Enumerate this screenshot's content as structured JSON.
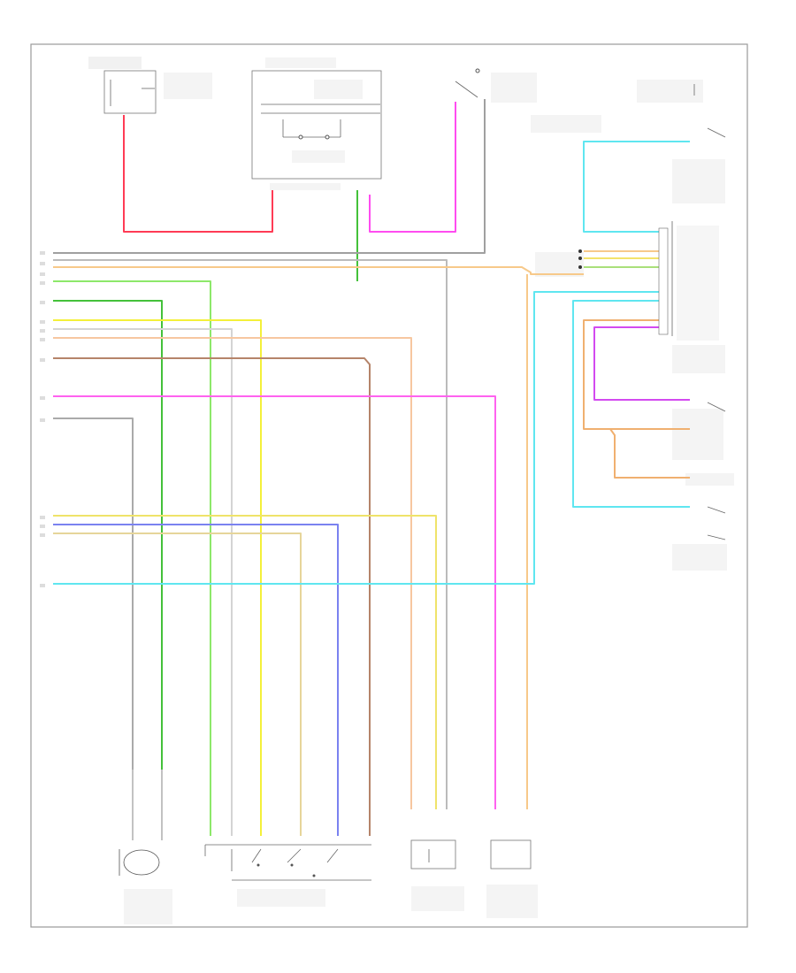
{
  "diagram": {
    "footer_code": "",
    "wires": [
      {
        "id": "tl-red",
        "color": "#ff3b55"
      },
      {
        "id": "center-green",
        "color": "#44c13a"
      },
      {
        "id": "center-magenta",
        "color": "#ff4cf0"
      },
      {
        "id": "tan-bus",
        "color": "#f7c98a"
      },
      {
        "id": "light-green",
        "color": "#8de86a"
      },
      {
        "id": "dk-green",
        "color": "#44c13a"
      },
      {
        "id": "yellow",
        "color": "#f4f03a"
      },
      {
        "id": "light-gray",
        "color": "#d4d4d4"
      },
      {
        "id": "peach",
        "color": "#f7c7a0"
      },
      {
        "id": "brown",
        "color": "#b5846a"
      },
      {
        "id": "pink",
        "color": "#ff62ef"
      },
      {
        "id": "gray",
        "color": "#aaaaaa"
      },
      {
        "id": "yellow-lower",
        "color": "#efe36a"
      },
      {
        "id": "blue",
        "color": "#7a82f0"
      },
      {
        "id": "khaki",
        "color": "#e6d59a"
      },
      {
        "id": "cyan",
        "color": "#5fe6f0"
      },
      {
        "id": "right-cyan",
        "color": "#5fe6f0"
      },
      {
        "id": "right-tan",
        "color": "#f7c98a"
      },
      {
        "id": "right-purple",
        "color": "#d34af0"
      },
      {
        "id": "right-orange",
        "color": "#f0b070"
      }
    ]
  }
}
